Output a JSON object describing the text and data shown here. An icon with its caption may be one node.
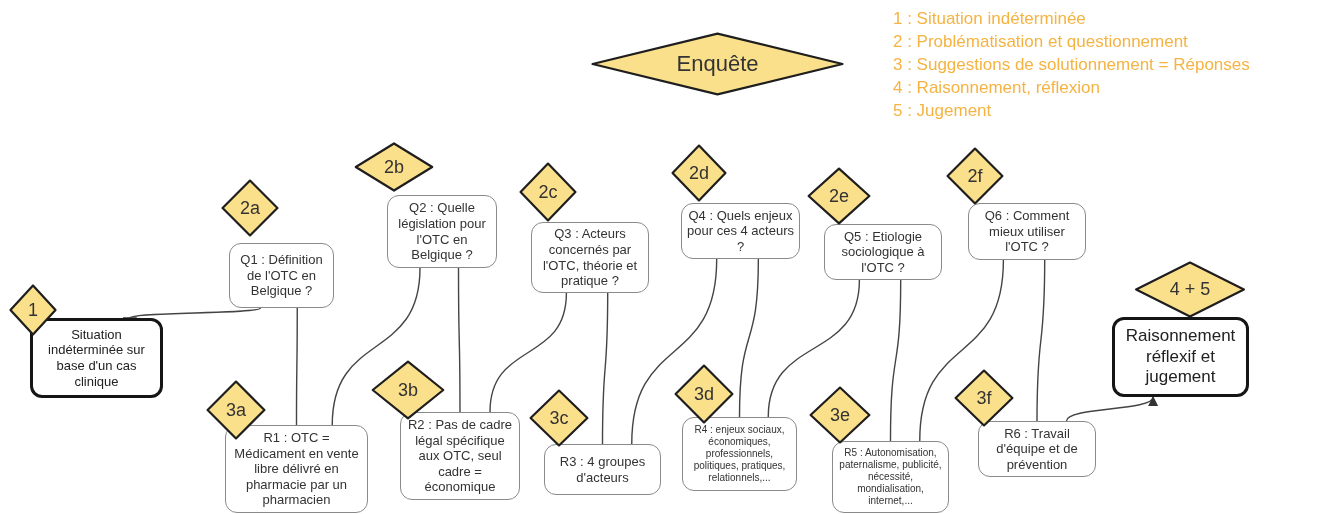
{
  "diagram": {
    "nodes": [
      {
        "text": [
          "Enquête"
        ]
      },
      {
        "text": [
          "1"
        ]
      },
      {
        "text": [
          "Situation indéterminée sur base d'un cas clinique"
        ]
      },
      {
        "text": [
          "2a"
        ]
      },
      {
        "text": [
          "Q1 : Définition de l'OTC en Belgique ?"
        ]
      },
      {
        "text": [
          "3a"
        ]
      },
      {
        "text": [
          "R1 : OTC = Médicament en vente libre délivré en pharmacie par un pharmacien"
        ]
      },
      {
        "text": [
          "2b"
        ]
      },
      {
        "text": [
          "Q2 : Quelle législation pour l'OTC en Belgique ?"
        ]
      },
      {
        "text": [
          "3b"
        ]
      },
      {
        "text": [
          "R2 : Pas de cadre légal spécifique aux OTC, seul cadre = économique"
        ]
      },
      {
        "text": [
          "2c"
        ]
      },
      {
        "text": [
          "Q3 : Acteurs concernés par l'OTC, théorie et pratique ?"
        ]
      },
      {
        "text": [
          "3c"
        ]
      },
      {
        "text": [
          "R3 : 4 groupes d'acteurs"
        ]
      },
      {
        "text": [
          "2d"
        ]
      },
      {
        "text": [
          "Q4 : Quels enjeux pour ces 4 acteurs ?"
        ]
      },
      {
        "text": [
          "3d"
        ]
      },
      {
        "text": [
          "R4 : enjeux sociaux, économiques, professionnels, politiques, pratiques, relationnels,..."
        ]
      },
      {
        "text": [
          "2e"
        ]
      },
      {
        "text": [
          "Q5 : Etiologie sociologique à l'OTC ?"
        ]
      },
      {
        "text": [
          "3e"
        ]
      },
      {
        "text": [
          "R5 : Autonomisation, paternalisme, publicité, nécessité, mondialisation, internet,..."
        ]
      },
      {
        "text": [
          "2f"
        ]
      },
      {
        "text": [
          "Q6 : Comment mieux utiliser l'OTC ?"
        ]
      },
      {
        "text": [
          "3f"
        ]
      },
      {
        "text": [
          "R6 : Travail d'équipe et de prévention"
        ]
      },
      {
        "text": [
          "4 + 5"
        ]
      },
      {
        "text": [
          "Raisonnement réflexif et jugement"
        ]
      }
    ],
    "edges": [
      {
        "from": 2,
        "to": 4,
        "arrow": "other"
      },
      {
        "from": 4,
        "to": 6,
        "arrow": "none"
      },
      {
        "from": 6,
        "to": 8,
        "arrow": "none"
      },
      {
        "from": 8,
        "to": 10,
        "arrow": "none"
      },
      {
        "from": 10,
        "to": 12,
        "arrow": "none"
      },
      {
        "from": 12,
        "to": 14,
        "arrow": "none"
      },
      {
        "from": 14,
        "to": 16,
        "arrow": "none"
      },
      {
        "from": 16,
        "to": 18,
        "arrow": "none"
      },
      {
        "from": 18,
        "to": 20,
        "arrow": "none"
      },
      {
        "from": 20,
        "to": 22,
        "arrow": "none"
      },
      {
        "from": 22,
        "to": 24,
        "arrow": "none"
      },
      {
        "from": 24,
        "to": 26,
        "arrow": "none"
      },
      {
        "from": 26,
        "to": 28,
        "arrow": "to"
      }
    ],
    "labels": [
      "1 : Situation indéterminée",
      "2 : Problématisation et questionnement",
      "3 : Suggestions de solutionnement = Réponses",
      "4 : Raisonnement, réflexion",
      "5 : Jugement"
    ]
  }
}
